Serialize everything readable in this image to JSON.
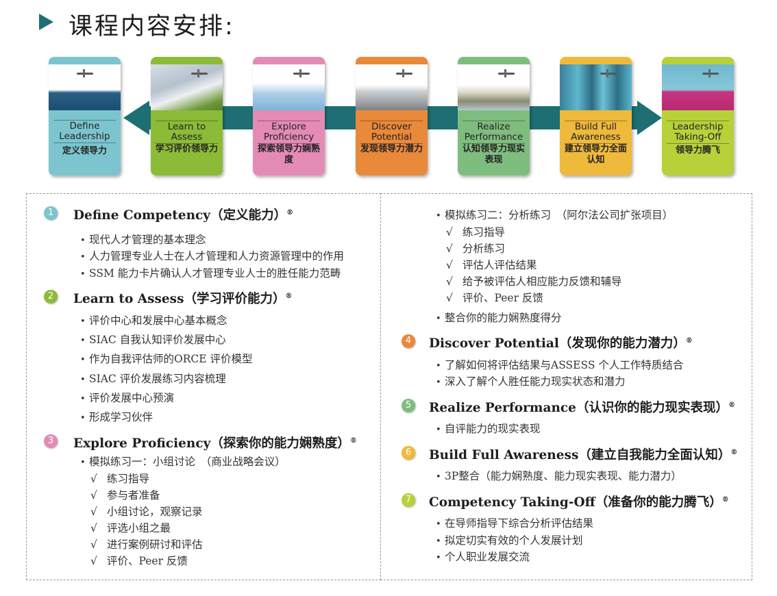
{
  "title": "课程内容安排:",
  "reg_mark": "®",
  "check_mark": "√",
  "bullet": "•",
  "cards": [
    {
      "en": "Define Leadership",
      "cn": "定义领导力",
      "color": "#7cc5cf"
    },
    {
      "en": "Learn to Assess",
      "cn": "学习评价领导力",
      "color": "#8cbb37"
    },
    {
      "en": "Explore Proficiency",
      "cn": "探索领导力娴熟度",
      "color": "#e48bb5"
    },
    {
      "en": "Discover Potential",
      "cn": "发现领导力潜力",
      "color": "#e9893a"
    },
    {
      "en": "Realize Performance",
      "cn": "认知领导力现实表现",
      "color": "#7fbd7f"
    },
    {
      "en": "Build Full Awareness",
      "cn": "建立领导力全面认知",
      "color": "#efb93b"
    },
    {
      "en": "Leadership Taking-Off",
      "cn": "领导力腾飞",
      "color": "#b8d13a"
    }
  ],
  "sections": [
    {
      "num": "1",
      "en": "Define  Competency",
      "cn": "（定义能力）",
      "color": "#7cc5cf",
      "items": [
        "现代人才管理的基本理念",
        "人力管理专业人士在人才管理和人力资源管理中的作用",
        "SSM 能力卡片确认人才管理专业人士的胜任能力范畴"
      ]
    },
    {
      "num": "2",
      "en": "Learn  to  Assess",
      "cn": "（学习评价能力）",
      "color": "#8cbb37",
      "items": [
        "评价中心和发展中心基本概念",
        "SIAC 自我认知评价发展中心",
        "作为自我评估师的ORCE 评价模型",
        "SIAC 评价发展练习内容梳理",
        "评价发展中心预演",
        "形成学习伙伴"
      ]
    },
    {
      "num": "3",
      "en": "Explore  Proficiency",
      "cn": "（探索你的能力娴熟度）",
      "color": "#e48bb5",
      "items": [
        {
          "text": "模拟练习一：小组讨论　（商业战略会议）",
          "checks": [
            "练习指导",
            "参与者准备",
            "小组讨论，观察记录",
            "评选小组之最",
            "进行案例研讨和评估",
            "评价、Peer 反馈"
          ]
        },
        {
          "text": "模拟练习二：分析练习　（阿尔法公司扩张项目）",
          "checks": [
            "练习指导",
            "分析练习",
            "评估人评估结果",
            "给予被评估人相应能力反馈和辅导",
            "评价、Peer 反馈"
          ]
        },
        {
          "text": "整合你的能力娴熟度得分"
        }
      ]
    },
    {
      "num": "4",
      "en": "Discover  Potential",
      "cn": "（发现你的能力潜力）",
      "color": "#e9893a",
      "items": [
        "了解如何将评估结果与ASSESS 个人工作特质结合",
        "深入了解个人胜任能力现实状态和潜力"
      ]
    },
    {
      "num": "5",
      "en": "Realize  Performance",
      "cn": "（认识你的能力现实表现）",
      "color": "#7fbd7f",
      "items": [
        "自评能力的现实表现"
      ]
    },
    {
      "num": "6",
      "en": "Build  Full  Awareness",
      "cn": "（建立自我能力全面认知）",
      "color": "#efb93b",
      "items": [
        "3P整合（能力娴熟度、能力现实表现、能力潜力）"
      ]
    },
    {
      "num": "7",
      "en": "Competency  Taking-Off",
      "cn": "（准备你的能力腾飞）",
      "color": "#b8d13a",
      "items": [
        "在导师指导下综合分析评估结果",
        "拟定切实有效的个人发展计划",
        "个人职业发展交流"
      ]
    }
  ]
}
